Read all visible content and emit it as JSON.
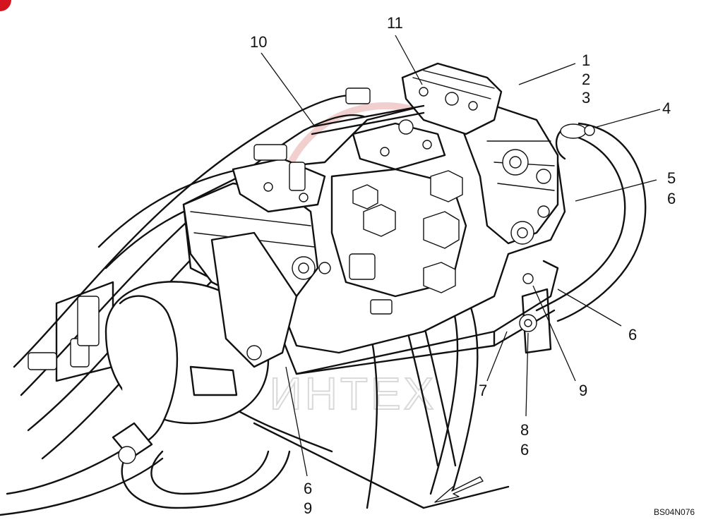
{
  "drawing_code": "BS04N076",
  "corner_badge_color": "#d4141f",
  "watermark": {
    "text": "ИНТЕХ",
    "color": "#e8a7a7"
  },
  "callouts": [
    {
      "id": "c11",
      "text": "11"
    },
    {
      "id": "c10",
      "text": "10"
    },
    {
      "id": "c1",
      "text": "1"
    },
    {
      "id": "c2",
      "text": "2"
    },
    {
      "id": "c3",
      "text": "3"
    },
    {
      "id": "c4",
      "text": "4"
    },
    {
      "id": "c5",
      "text": "5"
    },
    {
      "id": "c6a",
      "text": "6"
    },
    {
      "id": "c6b",
      "text": "6"
    },
    {
      "id": "c9a",
      "text": "9"
    },
    {
      "id": "c7",
      "text": "7"
    },
    {
      "id": "c8",
      "text": "8"
    },
    {
      "id": "c6c",
      "text": "6"
    },
    {
      "id": "c6d",
      "text": "6"
    },
    {
      "id": "c9b",
      "text": "9"
    }
  ],
  "direction_arrow_icon": "front-direction-arrow-icon"
}
